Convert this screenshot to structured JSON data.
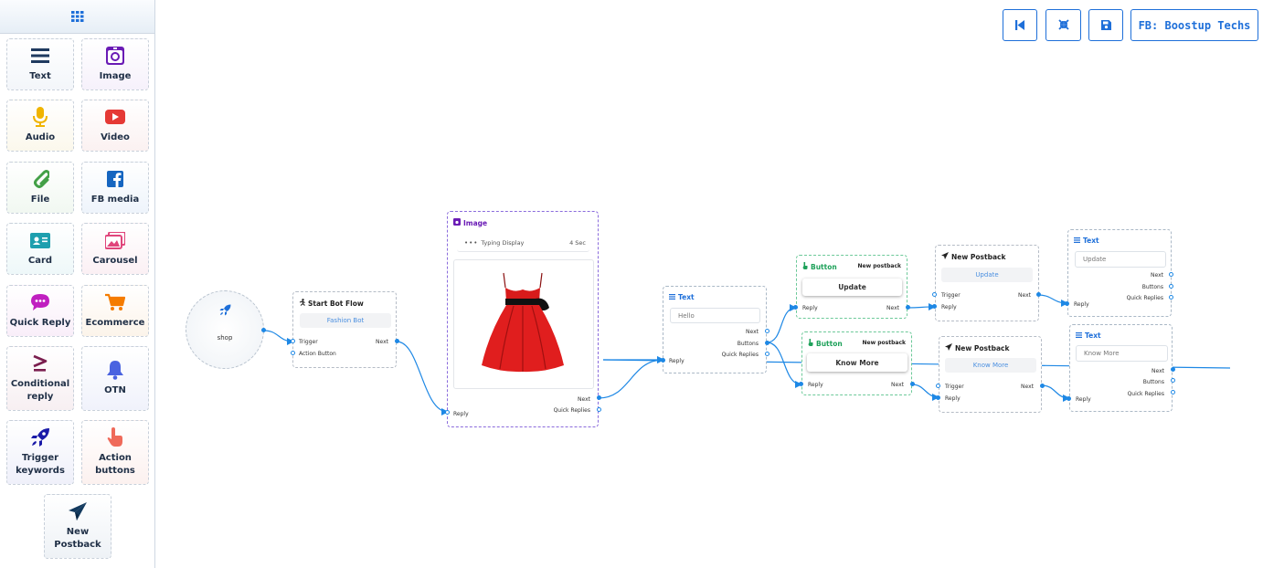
{
  "sidebar": {
    "header_icon": "grid-icon",
    "tools": [
      {
        "label": "Text",
        "icon": "text-lines-icon",
        "color": "#1f3a5f"
      },
      {
        "label": "Image",
        "icon": "image-icon",
        "color": "#6a1bb5"
      },
      {
        "label": "Audio",
        "icon": "microphone-icon",
        "color": "#f0b400"
      },
      {
        "label": "Video",
        "icon": "youtube-icon",
        "color": "#e53935"
      },
      {
        "label": "File",
        "icon": "paperclip-icon",
        "color": "#43a047"
      },
      {
        "label": "FB media",
        "icon": "facebook-icon",
        "color": "#1565c0"
      },
      {
        "label": "Card",
        "icon": "id-card-icon",
        "color": "#1e9fae"
      },
      {
        "label": "Carousel",
        "icon": "images-icon",
        "color": "#e0457b"
      },
      {
        "label": "Quick Reply",
        "icon": "chat-bubble-icon",
        "color": "#c020c0"
      },
      {
        "label": "Ecommerce",
        "icon": "cart-icon",
        "color": "#f57c00"
      },
      {
        "label": "Conditional\nreply",
        "icon": "greater-equal-icon",
        "color": "#7b1f4f"
      },
      {
        "label": "OTN",
        "icon": "bell-icon",
        "color": "#4a63e0"
      },
      {
        "label": "Trigger\nkeywords",
        "icon": "rocket-icon",
        "color": "#1a1aa8"
      },
      {
        "label": "Action\nbuttons",
        "icon": "pointer-hand-icon",
        "color": "#ef6a5a"
      },
      {
        "label": "New\nPostback",
        "icon": "paper-plane-icon",
        "color": "#12395e"
      }
    ]
  },
  "toolbar": {
    "first_icon": "skip-back-icon",
    "collapse_icon": "compress-icon",
    "save_icon": "floppy-disk-icon",
    "page_label": "FB: Boostup Techs"
  },
  "canvas": {
    "start_circle": {
      "label": "shop",
      "icon": "rocket-icon"
    },
    "start_node": {
      "title": "Start Bot Flow",
      "field": "Fashion Bot",
      "trigger": "Trigger",
      "action": "Action Button",
      "next": "Next"
    },
    "image_node": {
      "title": "Image",
      "typing": "Typing Display",
      "delay": "4 Sec",
      "next": "Next",
      "quick": "Quick Replies",
      "reply": "Reply"
    },
    "text_node_1": {
      "title": "Text",
      "field": "Hello",
      "next": "Next",
      "buttons": "Buttons",
      "quick": "Quick Replies",
      "reply": "Reply"
    },
    "button_node_1": {
      "title": "Button",
      "sub": "New postback",
      "label": "Update",
      "reply": "Reply",
      "next": "Next"
    },
    "button_node_2": {
      "title": "Button",
      "sub": "New postback",
      "label": "Know More",
      "reply": "Reply",
      "next": "Next"
    },
    "postback_1": {
      "title": "New Postback",
      "field": "Update",
      "trigger": "Trigger",
      "next": "Next",
      "reply": "Reply"
    },
    "postback_2": {
      "title": "New Postback",
      "field": "Know More",
      "trigger": "Trigger",
      "next": "Next",
      "reply": "Reply"
    },
    "text_node_2": {
      "title": "Text",
      "field": "Update",
      "next": "Next",
      "buttons": "Buttons",
      "quick": "Quick Replies",
      "reply": "Reply"
    },
    "text_node_3": {
      "title": "Text",
      "field": "Know More",
      "next": "Next",
      "buttons": "Buttons",
      "quick": "Quick Replies",
      "reply": "Reply"
    }
  }
}
